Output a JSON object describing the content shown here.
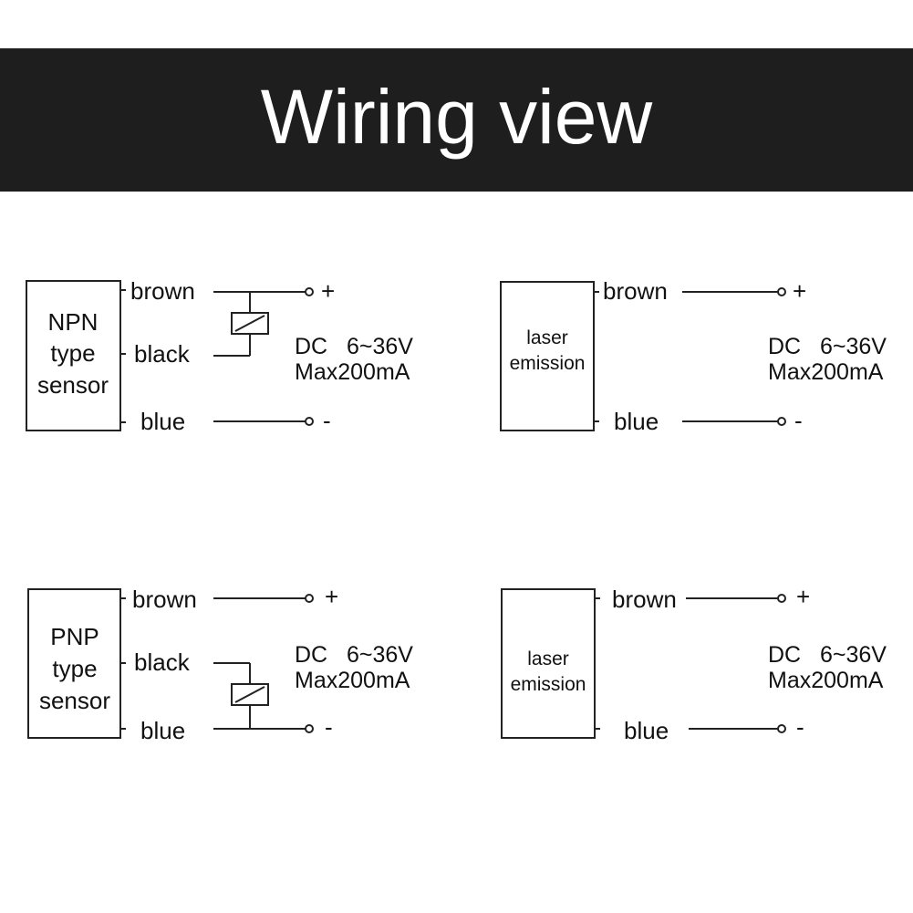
{
  "title": "Wiring view",
  "colors": {
    "banner_bg": "#1e1e1e",
    "banner_text": "#ffffff",
    "line": "#222222",
    "text": "#111111"
  },
  "diagrams": {
    "npn": {
      "box_lines": [
        "NPN",
        "type",
        "sensor"
      ],
      "wire_brown": "brown",
      "wire_black": "black",
      "wire_blue": "blue",
      "term_plus": "+",
      "term_minus": "-",
      "supply_line1": "DC   6~36V",
      "supply_line2": "Max200mA"
    },
    "laser_top": {
      "box_lines": [
        "laser",
        "emission"
      ],
      "wire_brown": "brown",
      "wire_blue": "blue",
      "term_plus": "+",
      "term_minus": "-",
      "supply_line1": "DC   6~36V",
      "supply_line2": "Max200mA"
    },
    "pnp": {
      "box_lines": [
        "PNP",
        "type",
        "sensor"
      ],
      "wire_brown": "brown",
      "wire_black": "black",
      "wire_blue": "blue",
      "term_plus": "+",
      "term_minus": "-",
      "supply_line1": "DC   6~36V",
      "supply_line2": "Max200mA"
    },
    "laser_bottom": {
      "box_lines": [
        "laser",
        "emission"
      ],
      "wire_brown": "brown",
      "wire_blue": "blue",
      "term_plus": "+",
      "term_minus": "-",
      "supply_line1": "DC   6~36V",
      "supply_line2": "Max200mA"
    }
  }
}
